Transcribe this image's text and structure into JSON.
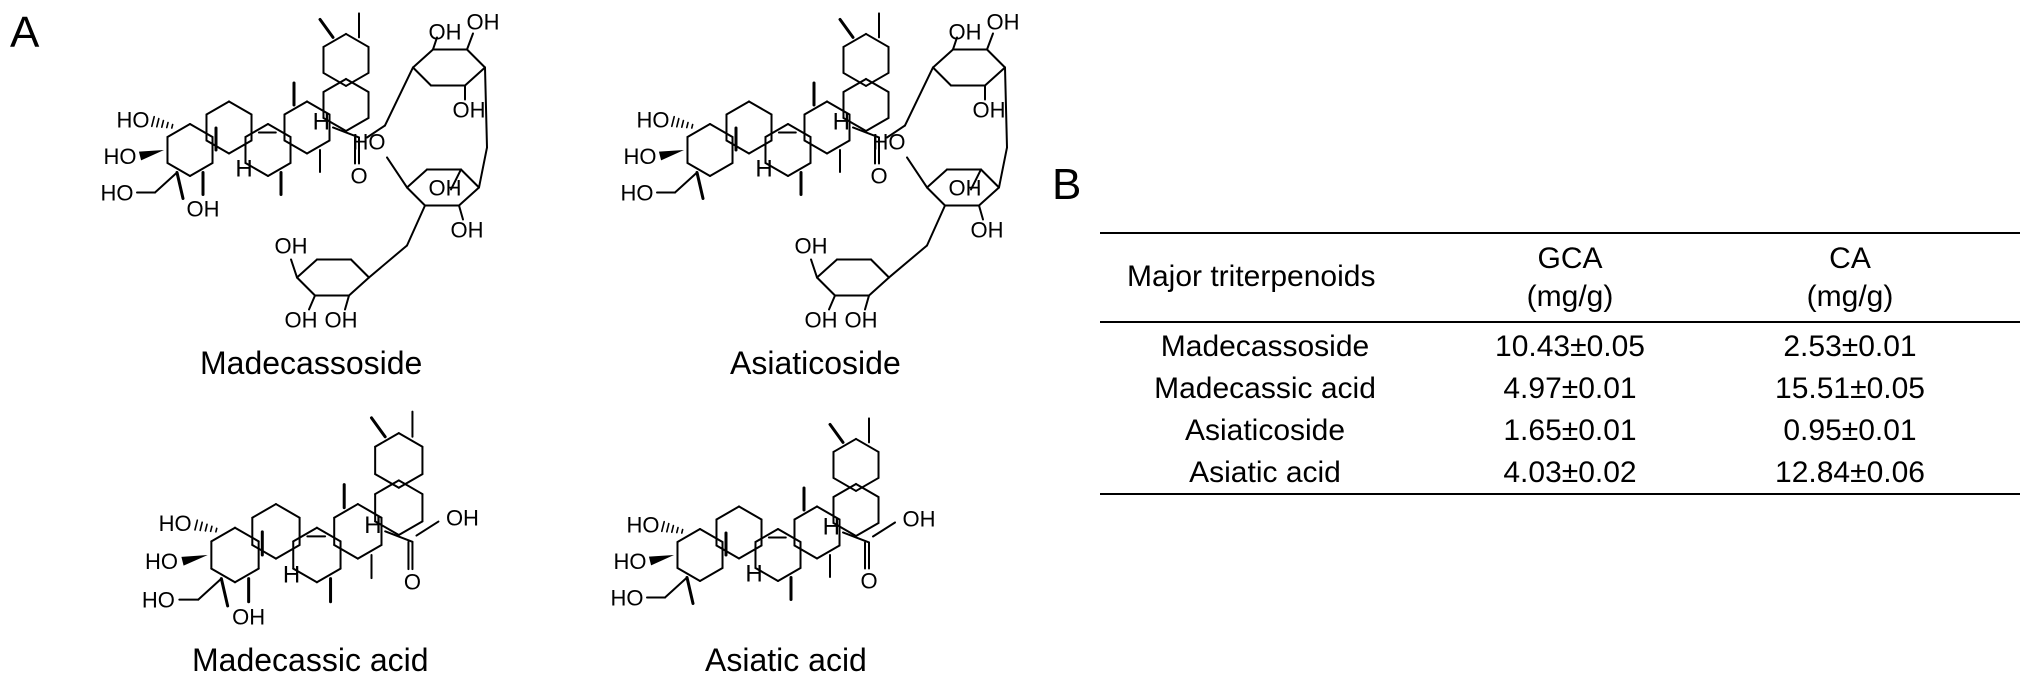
{
  "panels": {
    "a": "A",
    "b": "B"
  },
  "structures": [
    {
      "name": "Madecassoside"
    },
    {
      "name": "Asiaticoside"
    },
    {
      "name": "Madecassic acid"
    },
    {
      "name": "Asiatic acid"
    }
  ],
  "atom_labels": {
    "hydroxyl": "HO",
    "hydroxyl_right": "OH",
    "oxygen": "O",
    "hydrogen": "H"
  },
  "table": {
    "columns": [
      {
        "label": "Major triterpenoids"
      },
      {
        "label": "GCA",
        "unit": "(mg/g)"
      },
      {
        "label": "CA",
        "unit": "(mg/g)"
      }
    ],
    "rows": [
      {
        "compound": "Madecassoside",
        "gca": "10.43±0.05",
        "ca": "2.53±0.01"
      },
      {
        "compound": "Madecassic acid",
        "gca": "4.97±0.01",
        "ca": "15.51±0.05"
      },
      {
        "compound": "Asiaticoside",
        "gca": "1.65±0.01",
        "ca": "0.95±0.01"
      },
      {
        "compound": "Asiatic acid",
        "gca": "4.03±0.02",
        "ca": "12.84±0.06"
      }
    ]
  }
}
